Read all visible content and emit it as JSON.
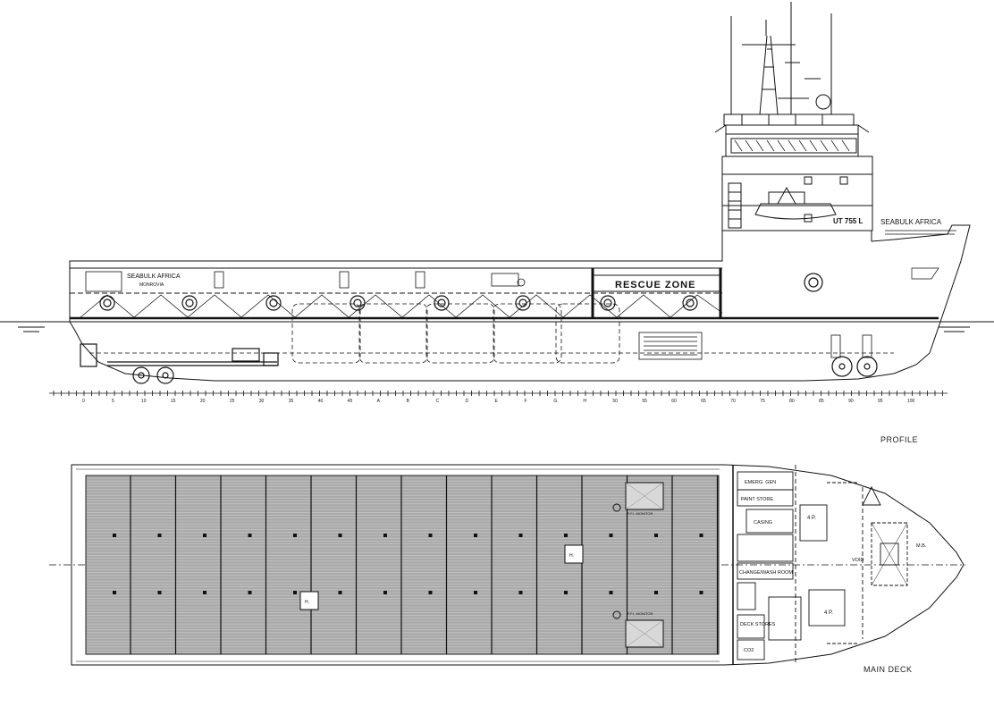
{
  "views": {
    "profile_label": "PROFILE",
    "main_deck_label": "MAIN DECK"
  },
  "hull_text": {
    "ship_name_side": "SEABULK AFRICA",
    "home_port": "MONROVIA",
    "rescue_zone": "RESCUE ZONE",
    "design_code": "UT 755 L",
    "bow_name": "SEABULK AFRICA"
  },
  "profile_frame_numbers": [
    "0",
    "5",
    "10",
    "15",
    "20",
    "25",
    "30",
    "35",
    "40",
    "45",
    "A",
    "B",
    "C",
    "D",
    "E",
    "F",
    "G",
    "H",
    "50",
    "55",
    "60",
    "65",
    "70",
    "75",
    "80",
    "85",
    "90",
    "95",
    "100"
  ],
  "deck_rooms": {
    "emerg_gen": "EMERG. GEN",
    "paint_store": "PAINT STORE",
    "casing": "CASING",
    "change_wash_room": "CHANGE/WASH ROOM",
    "deck_stores": "DECK STORES",
    "co2": "CO2",
    "four_p_upper": "4 P.",
    "four_p_lower": "4 P.",
    "void": "VOID",
    "mb": "M.B.",
    "ff_monitor_upper": "F.F.I. MONITOR",
    "ff_monitor_lower": "F.F.I. MONITOR",
    "hatch_1": "H.",
    "hatch_2": "H."
  }
}
